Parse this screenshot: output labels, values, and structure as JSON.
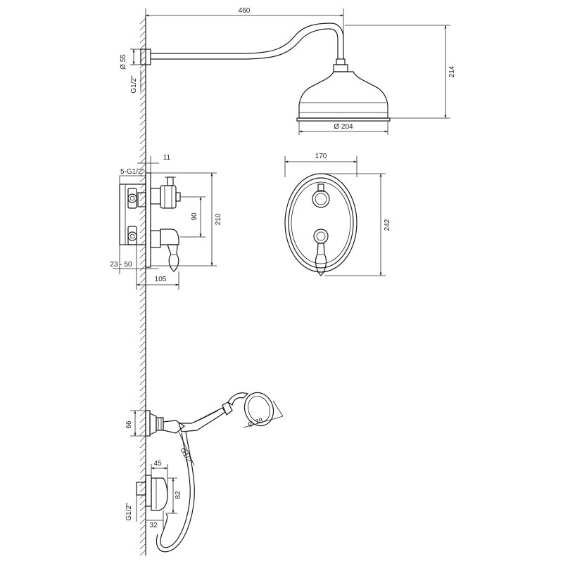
{
  "dimensions": {
    "arm_length": "460",
    "flange_dia": "Ø 55",
    "arm_thread": "G1/2\"",
    "head_height": "214",
    "head_dia": "Ø 204",
    "cover_offset": "11",
    "inlet_thread": "5-G1/2\"",
    "valve_height": "210",
    "valve_spacing": "90",
    "wall_depth": "23 - 50",
    "valve_depth": "105",
    "plate_width": "170",
    "plate_height": "242",
    "holder_height": "66",
    "hand_dia": "Ø 78",
    "hose_thread": "G1/2\"",
    "outlet_width": "45",
    "outlet_height": "82",
    "outlet_thread": "G1/2\"",
    "outlet_base": "32"
  }
}
